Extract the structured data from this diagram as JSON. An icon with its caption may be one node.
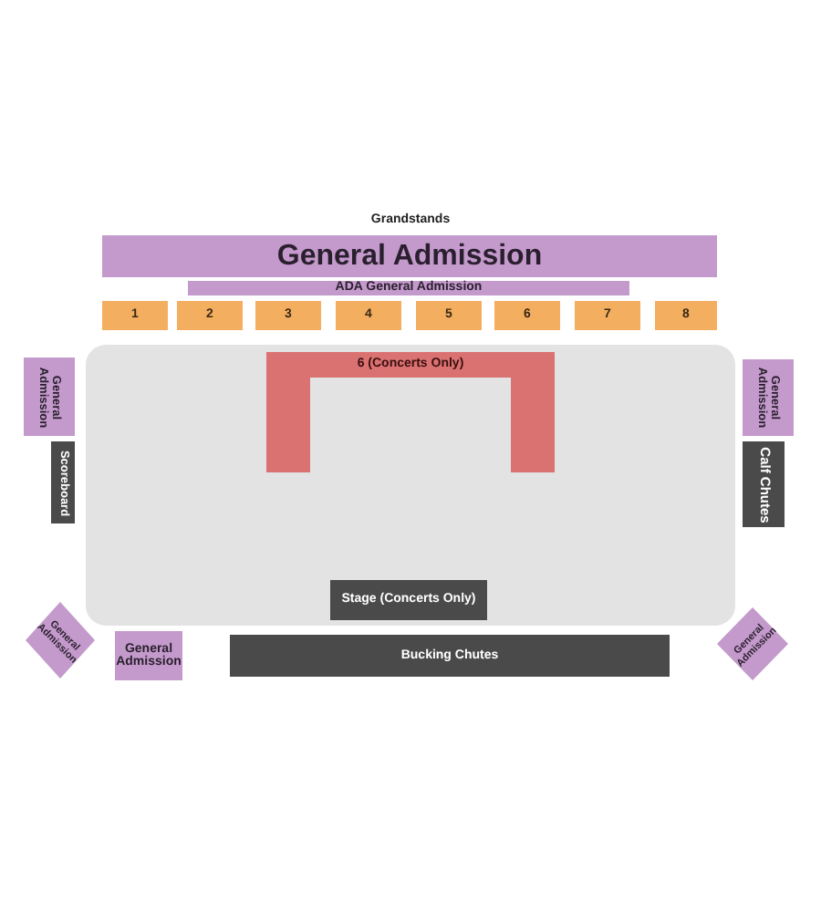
{
  "diagram": {
    "nodes": [
      {
        "text": [
          "General Admission"
        ]
      },
      {
        "text": [
          "ADA General Admission"
        ]
      },
      {
        "text": [
          "1"
        ]
      },
      {
        "text": [
          "2"
        ]
      },
      {
        "text": [
          "3"
        ]
      },
      {
        "text": [
          "4"
        ]
      },
      {
        "text": [
          "5"
        ]
      },
      {
        "text": [
          "6"
        ]
      },
      {
        "text": [
          "7"
        ]
      },
      {
        "text": [
          "8"
        ]
      },
      {
        "text": [
          "General Admission"
        ]
      },
      {
        "text": [
          "General Admission"
        ]
      },
      {
        "text": [],
        "shape": "box"
      },
      {
        "text": [
          "6 (Concerts Only)"
        ],
        "in": 12
      },
      {
        "text": [
          "Scoreboard"
        ]
      },
      {
        "text": [
          "Calf Chutes"
        ]
      },
      {
        "text": [
          "Stage (Concerts Only)"
        ],
        "in": 12
      },
      {
        "text": [
          "General Admission"
        ]
      },
      {
        "text": [
          "General Admission"
        ]
      },
      {
        "text": [
          "Bucking Chutes"
        ]
      },
      {
        "text": [
          "General Admission"
        ]
      }
    ],
    "labels": [
      "Grandstands"
    ]
  }
}
